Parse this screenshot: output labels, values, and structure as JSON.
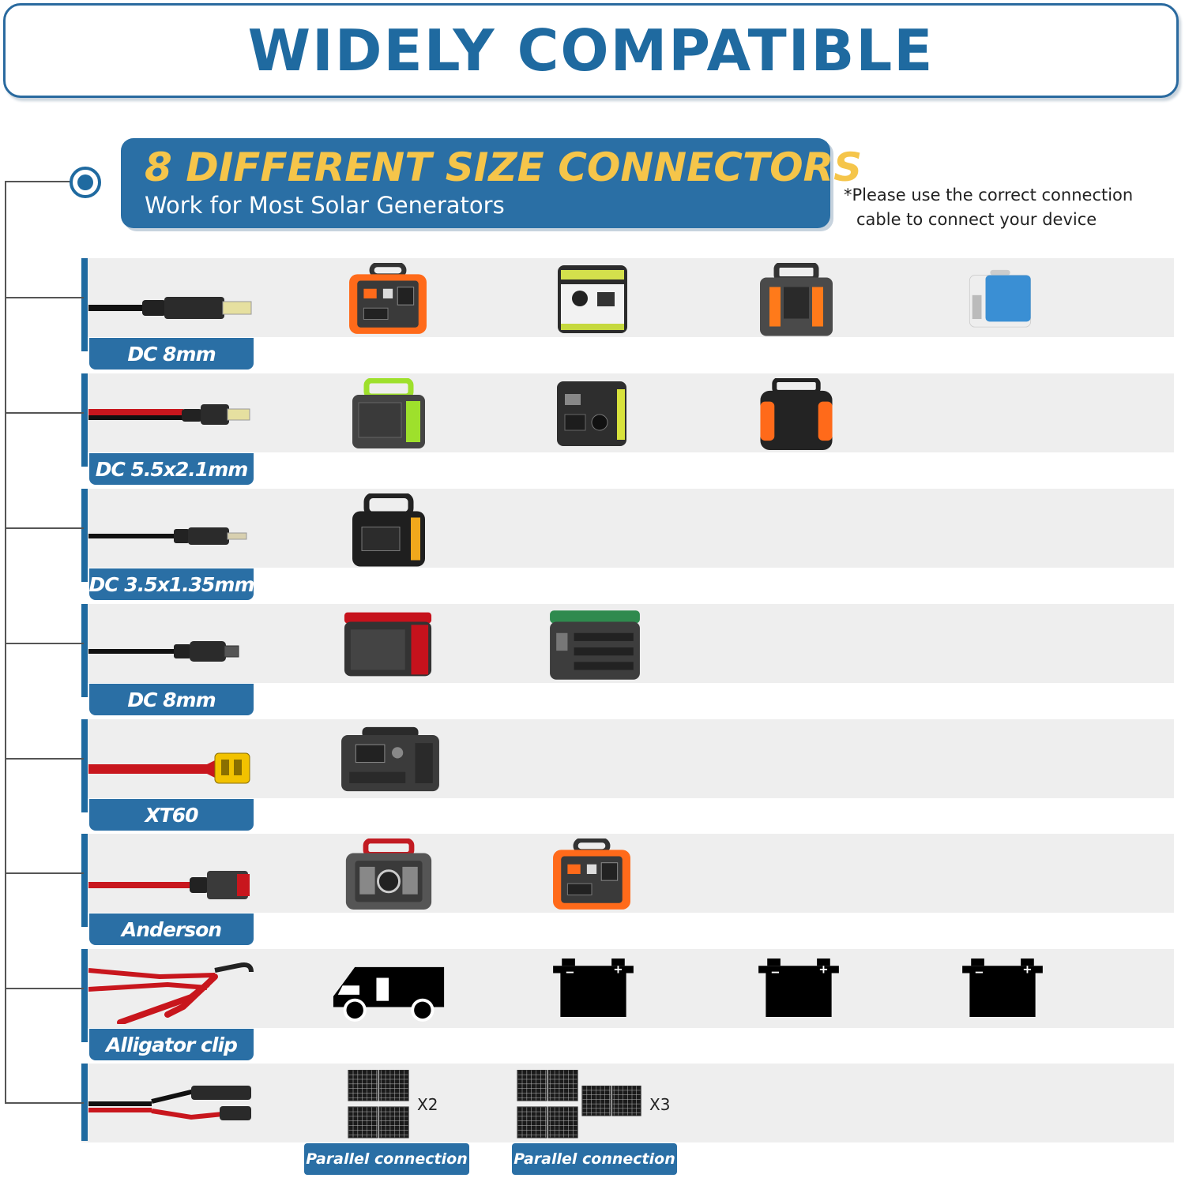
{
  "title": "WIDELY COMPATIBLE",
  "header": {
    "main": "8 DIFFERENT SIZE CONNECTORS",
    "sub": "Work for Most Solar Generators"
  },
  "note": {
    "line1": "*Please use the correct connection",
    "line2": "cable to connect your device"
  },
  "rows": [
    {
      "label": "DC 8mm",
      "devices": [
        "orange-power-station-icon",
        "green-power-station-icon",
        "orange-handle-generator-icon",
        "blue-power-station-icon"
      ]
    },
    {
      "label": "DC 5.5x2.1mm",
      "devices": [
        "lime-power-station-icon",
        "black-yellow-power-station-icon",
        "orange-black-power-station-icon"
      ]
    },
    {
      "label": "DC 3.5x1.35mm",
      "devices": [
        "black-yellow-handle-station-icon"
      ]
    },
    {
      "label": "DC 8mm",
      "devices": [
        "red-black-power-station-icon",
        "green-top-power-station-icon"
      ]
    },
    {
      "label": "XT60",
      "devices": [
        "grey-power-station-icon"
      ]
    },
    {
      "label": "Anderson",
      "devices": [
        "red-handle-power-station-icon",
        "orange-power-station-icon"
      ]
    },
    {
      "label": "Alligator clip",
      "devices": [
        "rv-icon",
        "car-battery-icon",
        "car-battery-icon",
        "car-battery-icon"
      ]
    },
    {
      "label": "",
      "devices": [
        "solar-panel-icon",
        "solar-panel-icon"
      ]
    }
  ],
  "solar": {
    "multiplier_a": "X2",
    "multiplier_b": "X3",
    "caption_a": "Parallel connection",
    "caption_b": "Parallel connection"
  },
  "colors": {
    "brand_blue": "#2a6fa5",
    "accent_yellow": "#f5c54a",
    "row_background": "#eeeeee"
  }
}
